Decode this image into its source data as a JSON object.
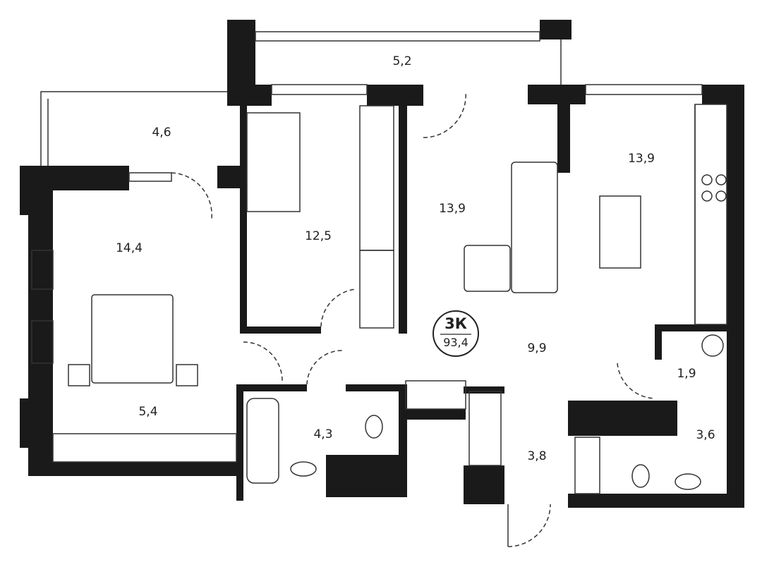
{
  "badge": {
    "rooms": "3К",
    "total_area": "93,4"
  },
  "rooms": [
    {
      "id": "balcony-top",
      "area": "5,2"
    },
    {
      "id": "balcony-left",
      "area": "4,6"
    },
    {
      "id": "bedroom-left",
      "area": "14,4"
    },
    {
      "id": "wardrobe-left",
      "area": "5,4"
    },
    {
      "id": "bedroom-middle",
      "area": "12,5"
    },
    {
      "id": "living-room",
      "area": "13,9"
    },
    {
      "id": "kitchen",
      "area": "13,9"
    },
    {
      "id": "hall",
      "area": "9,9"
    },
    {
      "id": "bathroom",
      "area": "4,3"
    },
    {
      "id": "laundry",
      "area": "1,9"
    },
    {
      "id": "toilet",
      "area": "3,6"
    },
    {
      "id": "entrance",
      "area": "3,8"
    }
  ],
  "colors": {
    "wall": "#1a1a1a",
    "line": "#333333"
  }
}
